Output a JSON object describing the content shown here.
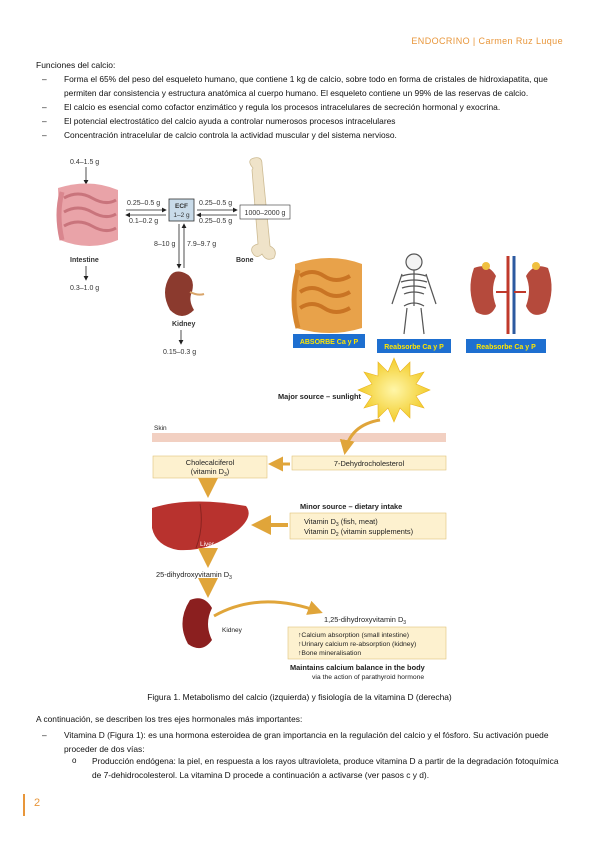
{
  "header": {
    "text": "ENDOCRINO | Carmen Ruz Luque"
  },
  "section_title": "Funciones del calcio:",
  "bullets": [
    "Forma el 65% del peso del esqueleto humano, que contiene 1 kg de calcio, sobre todo en forma de cristales de hidroxiapatita, que permiten dar consistencia y estructura anatómica al cuerpo humano. El esqueleto contiene un 99% de las reservas de calcio.",
    "El calcio es esencial como cofactor enzimático y regula los procesos intracelulares de secreción hormonal y exocrina.",
    "El potencial electrostático del calcio ayuda a controlar numerosos procesos intracelulares",
    "Concentración intracelular de calcio controla la actividad muscular y del sistema nervioso."
  ],
  "fig_left": {
    "intake": "0.4–1.5 g",
    "intestine": "Intestine",
    "intestine_out": "0.3–1.0 g",
    "to_ecf": "0.25–0.5 g",
    "from_ecf": "0.1–0.2 g",
    "ecf_title": "ECF",
    "ecf_value": "1–2 g",
    "to_bone": "0.25–0.5 g",
    "from_bone": "0.25–0.5 g",
    "bone_value": "1000–2000 g",
    "bone": "Bone",
    "kidney_in": "8–10 g",
    "kidney_out": "7.9–9.7 g",
    "kidney": "Kidney",
    "urine": "0.15–0.3 g"
  },
  "fig_right_labels": [
    "ABSORBE Ca y P",
    "Reabsorbe Ca y P",
    "Reabsorbe Ca y P"
  ],
  "fig_vitd": {
    "major_source": "Major source – sunlight",
    "skin": "Skin",
    "cholecalciferol_1": "Cholecalciferol",
    "cholecalciferol_2": "(vitamin D",
    "dehydro": "7-Dehydrocholesterol",
    "minor_source": "Minor source – dietary intake",
    "d3_food": "Vitamin D",
    "d3_food_tail": " (fish, meat)",
    "d2_food": "Vitamin D",
    "d2_food_tail": " (vitamin supplements)",
    "liver": "Liver",
    "metab25": "25-dihydroxyvitamin D",
    "kidney": "Kidney",
    "metab125": "1,25-dihydroxyvitamin D",
    "effect1": "Calcium absorption (small intestine)",
    "effect2": "Urinary calcium re-absorption (kidney)",
    "effect3": "Bone mineralisation",
    "maintains": "Maintains calcium balance in the body",
    "via": "via the action of parathyroid hormone"
  },
  "caption": "Figura 1. Metabolismo del calcio (izquierda) y fisiología de la vitamina D (derecha)",
  "intro": "A continuación, se describen los tres ejes hormonales más importantes:",
  "sub_bullets": [
    "Vitamina D (Figura 1): es una hormona esteroidea de gran importancia en la regulación del calcio y el fósforo. Su activación puede proceder de dos vías:"
  ],
  "sub_sub_bullets": [
    "Producción endógena: la piel, en respuesta a los rayos ultravioleta, produce vitamina D a partir de la degradación fotoquímica de 7-dehidrocolesterol. La vitamina D procede a continuación a activarse (ver pasos c y d)."
  ],
  "page_number": "2",
  "colors": {
    "accent": "#e8963a",
    "label_blue": "#1e6fd0",
    "label_yellow": "#ffe600",
    "liver": "#b8322e",
    "vitd_box": "#fdf1cf",
    "arrow": "#e0a53a"
  }
}
